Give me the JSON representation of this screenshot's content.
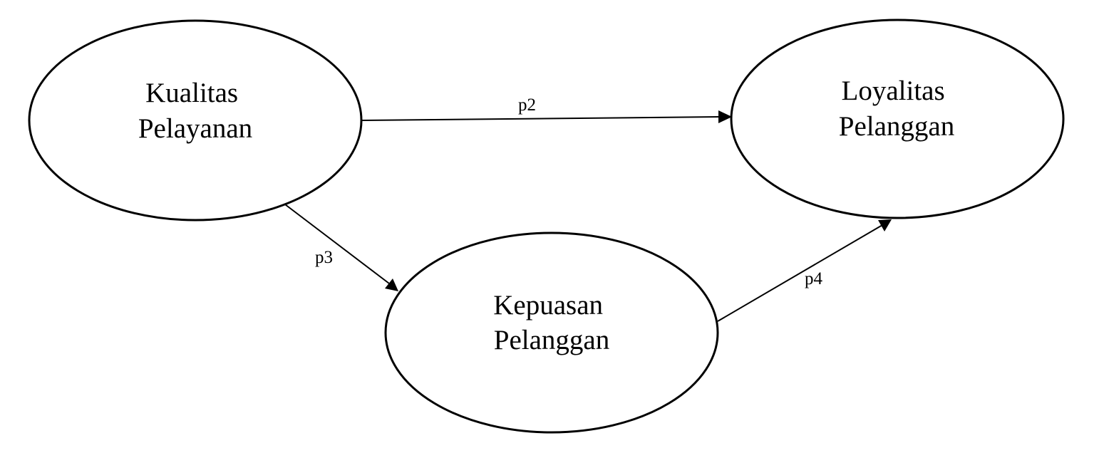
{
  "diagram": {
    "nodes": {
      "kualitas_pelayanan": {
        "line1": "Kualitas",
        "line2": "Pelayanan"
      },
      "loyalitas_pelanggan": {
        "line1": "Loyalitas",
        "line2": "Pelanggan"
      },
      "kepuasan_pelanggan": {
        "line1": "Kepuasan",
        "line2": "Pelanggan"
      }
    },
    "edges": {
      "p2": {
        "label": "p2",
        "from": "Kualitas Pelayanan",
        "to": "Loyalitas Pelanggan"
      },
      "p3": {
        "label": "p3",
        "from": "Kualitas Pelayanan",
        "to": "Kepuasan Pelanggan"
      },
      "p4": {
        "label": "p4",
        "from": "Kepuasan Pelanggan",
        "to": "Loyalitas Pelanggan"
      }
    },
    "colors": {
      "stroke": "#000000",
      "background": "#ffffff"
    }
  }
}
